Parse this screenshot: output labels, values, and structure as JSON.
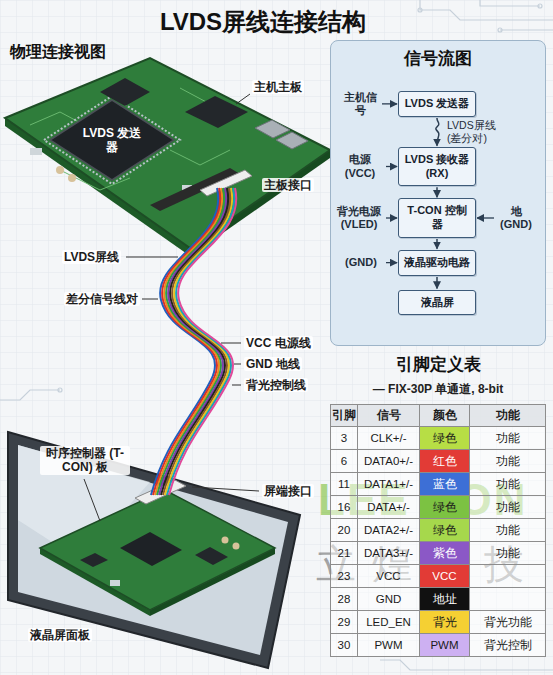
{
  "diagram": {
    "title": "LVDS屏线连接结构",
    "nodes": [
      {
        "text": [
          "信号流图"
        ]
      },
      {
        "text": [
          "LVDS 发送器"
        ],
        "in": 0
      },
      {
        "text": [
          "LVDS 接收器 (RX)"
        ],
        "in": 0
      },
      {
        "text": [
          "T-CON 控制器"
        ],
        "in": 0
      },
      {
        "text": [
          "液晶驱动电路"
        ],
        "in": 0
      },
      {
        "text": [
          "液晶屏"
        ],
        "in": 0
      }
    ],
    "edges": [
      {
        "from": 1,
        "to": 2,
        "arrow": "to",
        "label": "LVDS屏线 (差分对)"
      },
      {
        "from": 2,
        "to": 3,
        "arrow": "to"
      },
      {
        "from": 3,
        "to": 4,
        "arrow": "to"
      },
      {
        "from": 4,
        "to": 5,
        "arrow": "to"
      }
    ],
    "labels": [
      "物理连接视图",
      "主机主板",
      "LVDS 发送器",
      "主板接口",
      "LVDS屏线",
      "差分信号线对",
      "VCC 电源线",
      "GND 地线",
      "背光控制线",
      "时序控制器 (T-CON) 板",
      "屏端接口",
      "液晶屏面板",
      "主机信号",
      "电源 (VCC)",
      "背光电源 (VLED)",
      "地 (GND)",
      "(GND)",
      "引脚定义表",
      "— FIX-30P 单通道, 8-bit",
      "引脚",
      "信号",
      "颜色",
      "功能",
      "3",
      "CLK+/-",
      "绿色",
      "功能",
      "6",
      "DATA0+/-",
      "红色",
      "功能",
      "11",
      "DATA1+/-",
      "蓝色",
      "功能",
      "16",
      "DATA+/-",
      "绿色",
      "功能",
      "20",
      "DATA2+/-",
      "绿色",
      "功能",
      "21",
      "DATA3+/-",
      "紫色",
      "功能",
      "23",
      "VCC",
      "VCC",
      "28",
      "GND",
      "地址",
      "29",
      "LED_EN",
      "背光",
      "背光功能",
      "30",
      "PWM",
      "PWM",
      "背光控制",
      "LEE HON",
      "立煌科技"
    ]
  }
}
